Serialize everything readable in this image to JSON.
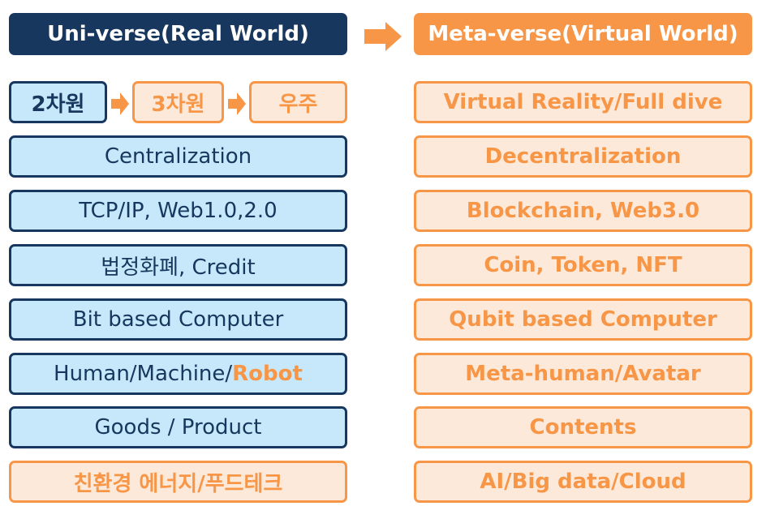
{
  "header": {
    "left": "Uni-verse(Real World)",
    "right": "Meta-verse(Virtual World)"
  },
  "dimension_steps": [
    "2차원",
    "3차원",
    "우주"
  ],
  "right_first": "Virtual Reality/Full dive",
  "rows": [
    {
      "left": "Centralization",
      "right": "Decentralization"
    },
    {
      "left": "TCP/IP, Web1.0,2.0",
      "right": "Blockchain, Web3.0"
    },
    {
      "left": "법정화폐, Credit",
      "right": "Coin, Token, NFT"
    },
    {
      "left": "Bit based Computer",
      "right": "Qubit based Computer"
    },
    {
      "left": "Human/Machine/",
      "left_accent": "Robot",
      "right": "Meta-human/Avatar"
    },
    {
      "left": "Goods / Product",
      "right": "Contents"
    },
    {
      "left": "친환경 에너지/푸드테크",
      "right": "AI/Big data/Cloud"
    }
  ],
  "colors": {
    "navy": "#17375e",
    "light_blue": "#c6e8fa",
    "orange": "#f79646",
    "light_orange": "#fde9d9"
  }
}
